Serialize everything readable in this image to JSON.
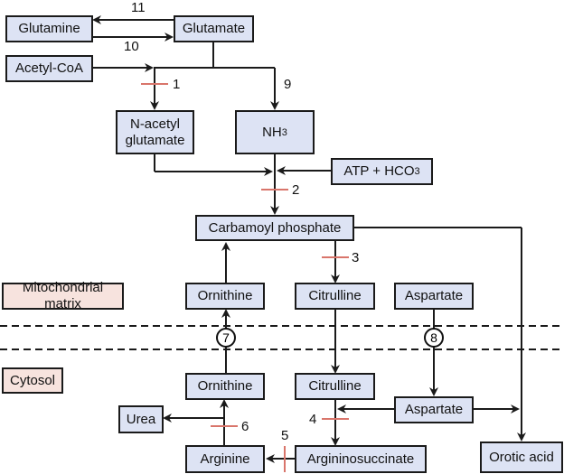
{
  "diagram": {
    "title": "Urea cycle and related pathways",
    "colors": {
      "node_fill": "#dde3f4",
      "region_fill": "#f7e3de",
      "line": "#1a1a1a",
      "enzyme_mark": "#d9756b"
    },
    "regions": {
      "mitochondria": "Mitochondrial matrix",
      "cytosol": "Cytosol"
    },
    "nodes": {
      "glutamine": "Glutamine",
      "glutamate": "Glutamate",
      "acetyl_coa": "Acetyl-CoA",
      "nag_line1": "N-acetyl",
      "nag_line2": "glutamate",
      "nh3": "NH",
      "nh3_sub": "3",
      "atp": "ATP + HCO",
      "atp_sub": "3",
      "carbamoyl": "Carbamoyl phosphate",
      "ornithine_mito": "Ornithine",
      "citrulline_mito": "Citrulline",
      "aspartate_mito": "Aspartate",
      "ornithine_cyto": "Ornithine",
      "citrulline_cyto": "Citrulline",
      "aspartate_cyto": "Aspartate",
      "urea": "Urea",
      "arginine": "Arginine",
      "argininosuccinate": "Argininosuccinate",
      "orotic": "Orotic acid"
    },
    "steps": {
      "s1": "1",
      "s2": "2",
      "s3": "3",
      "s4": "4",
      "s5": "5",
      "s6": "6",
      "s7": "7",
      "s8": "8",
      "s9": "9",
      "s10": "10",
      "s11": "11"
    }
  }
}
